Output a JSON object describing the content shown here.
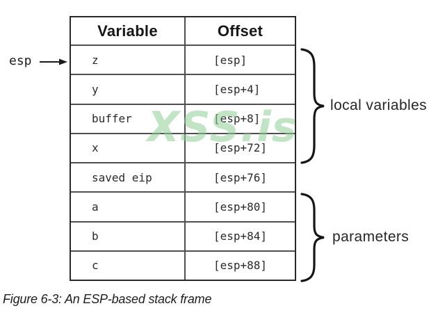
{
  "figure": {
    "caption": "Figure 6-3: An ESP-based stack frame"
  },
  "pointer": {
    "label": "esp"
  },
  "table": {
    "headers": [
      "Variable",
      "Offset"
    ],
    "rows": [
      {
        "variable": "z",
        "offset": "[esp]"
      },
      {
        "variable": "y",
        "offset": "[esp+4]"
      },
      {
        "variable": "buffer",
        "offset": "[esp+8]"
      },
      {
        "variable": "x",
        "offset": "[esp+72]"
      },
      {
        "variable": "saved eip",
        "offset": "[esp+76]"
      },
      {
        "variable": "a",
        "offset": "[esp+80]"
      },
      {
        "variable": "b",
        "offset": "[esp+84]"
      },
      {
        "variable": "c",
        "offset": "[esp+88]"
      }
    ]
  },
  "annotations": {
    "local_variables": "local variables",
    "parameters": "parameters"
  },
  "watermark": {
    "text": "XSS.is",
    "color": "#8fce96"
  },
  "colors": {
    "outer_border": "#282828",
    "inner_border": "#4f4f4f",
    "text": "#1c1c1c",
    "annotation_ink": "#161616"
  }
}
